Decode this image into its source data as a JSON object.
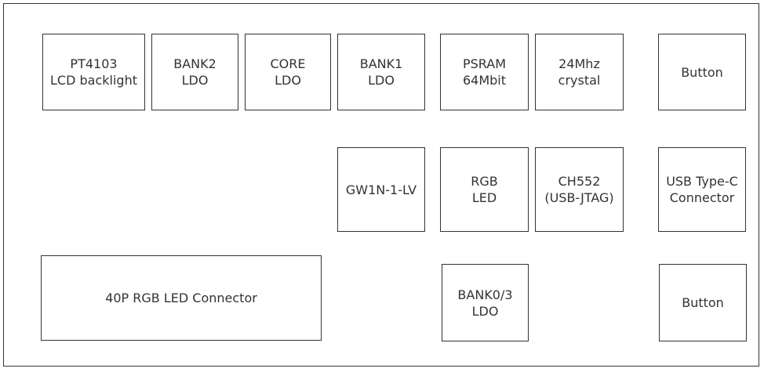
{
  "diagram": {
    "blocks": {
      "pt4103": {
        "line1": "PT4103",
        "line2": "LCD backlight"
      },
      "bank2": {
        "line1": "BANK2",
        "line2": "LDO"
      },
      "core": {
        "line1": "CORE",
        "line2": "LDO"
      },
      "bank1": {
        "line1": "BANK1",
        "line2": "LDO"
      },
      "psram": {
        "line1": "PSRAM",
        "line2": "64Mbit"
      },
      "crystal": {
        "line1": "24Mhz",
        "line2": "crystal"
      },
      "button_top": {
        "line1": "Button"
      },
      "fpga": {
        "line1": "GW1N-1-LV"
      },
      "rgb_led": {
        "line1": "RGB",
        "line2": "LED"
      },
      "ch552": {
        "line1": "CH552",
        "line2": "(USB-JTAG)"
      },
      "usb_c": {
        "line1": "USB Type-C",
        "line2": "Connector"
      },
      "connector_40p": {
        "line1": "40P RGB LED Connector"
      },
      "bank03": {
        "line1": "BANK0/3",
        "line2": "LDO"
      },
      "button_bottom": {
        "line1": "Button"
      }
    }
  }
}
